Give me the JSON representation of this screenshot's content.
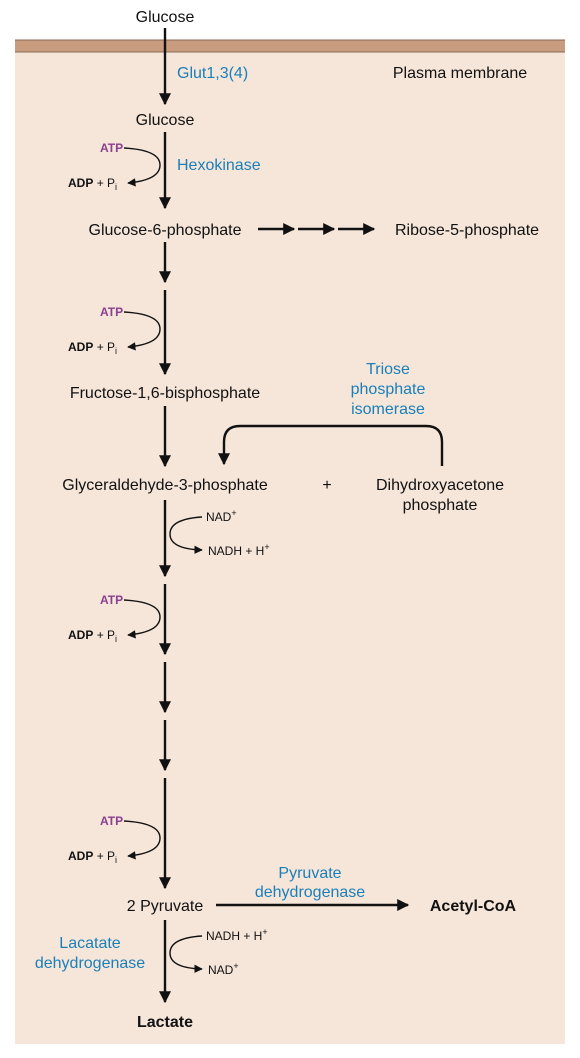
{
  "colors": {
    "background": "#f6e6da",
    "membrane": "#c99b7f",
    "enzyme": "#1a7fb8",
    "atp": "#8a3f8f",
    "text": "#111111"
  },
  "metabolites": {
    "glucose_outside": "Glucose",
    "glucose_inside": "Glucose",
    "g6p": "Glucose-6-phosphate",
    "r5p": "Ribose-5-phosphate",
    "f16bp": "Fructose-1,6-bisphosphate",
    "g3p": "Glyceraldehyde-3-phosphate",
    "plus": "+",
    "dhap_line1": "Dihydroxyacetone",
    "dhap_line2": "phosphate",
    "pyruvate": "2 Pyruvate",
    "acetyl_coa": "Acetyl-CoA",
    "lactate": "Lactate"
  },
  "labels": {
    "plasma_membrane": "Plasma membrane"
  },
  "enzymes": {
    "glut": "Glut1,3(4)",
    "hexokinase": "Hexokinase",
    "tpi_line1": "Triose",
    "tpi_line2": "phosphate",
    "tpi_line3": "isomerase",
    "pdh_line1": "Pyruvate",
    "pdh_line2": "dehydrogenase",
    "ldh_line1": "Lacatate",
    "ldh_line2": "dehydrogenase"
  },
  "cofactors": {
    "atp": "ATP",
    "adp": "ADP",
    "plus_pi": "+ P",
    "pi_sub": "i",
    "nad": "NAD",
    "nadh": "NADH + H",
    "sup_plus": "+"
  }
}
